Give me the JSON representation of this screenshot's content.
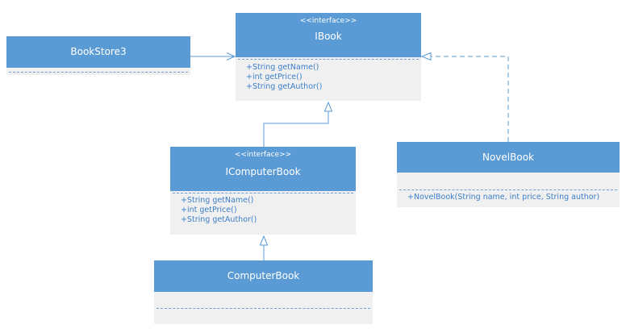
{
  "colors": {
    "header_fill": "#5b9bd5",
    "body_fill": "#f0f0f0",
    "header_text": "#ffffff",
    "member_text": "#3b7fcb",
    "connector": "#5b9bd5"
  },
  "classes": {
    "bookstore3": {
      "name": "BookStore3",
      "members": []
    },
    "ibook": {
      "stereotype": "<<interface>>",
      "name": "IBook",
      "members": [
        "+String getName()",
        "+int getPrice()",
        "+String getAuthor()"
      ]
    },
    "icomputerbook": {
      "stereotype": "<<interface>>",
      "name": "IComputerBook",
      "members": [
        "+String getName()",
        "+int getPrice()",
        "+String getAuthor()"
      ]
    },
    "novelbook": {
      "name": "NovelBook",
      "members": [
        "+NovelBook(String name, int price, String author)"
      ]
    },
    "computerbook": {
      "name": "ComputerBook",
      "members": []
    }
  },
  "relationships": [
    {
      "type": "association",
      "from": "BookStore3",
      "to": "IBook"
    },
    {
      "type": "generalization",
      "from": "IComputerBook",
      "to": "IBook"
    },
    {
      "type": "realization",
      "from": "NovelBook",
      "to": "IBook"
    },
    {
      "type": "realization",
      "from": "ComputerBook",
      "to": "IComputerBook"
    }
  ]
}
